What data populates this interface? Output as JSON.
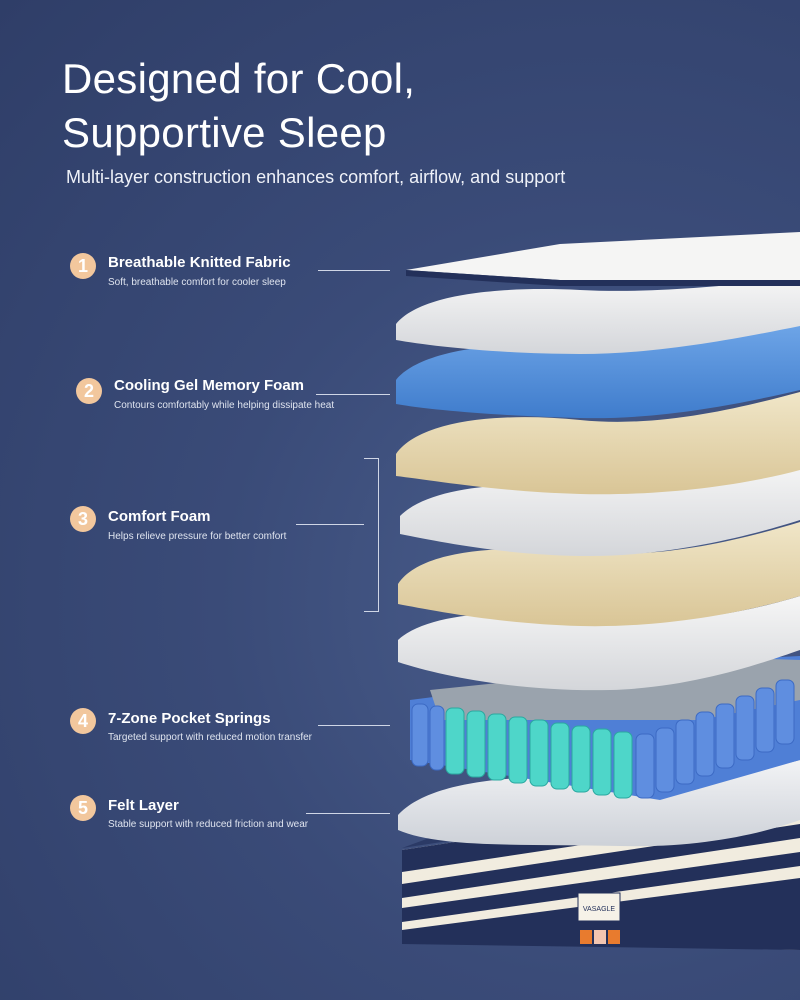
{
  "header": {
    "title_line1": "Designed for Cool,",
    "title_line2": "Supportive Sleep",
    "subtitle": "Multi-layer construction enhances comfort, airflow, and support"
  },
  "features": [
    {
      "number": "1",
      "name": "Breathable Knitted Fabric",
      "desc": "Soft, breathable comfort for cooler sleep"
    },
    {
      "number": "2",
      "name": "Cooling Gel Memory Foam",
      "desc": "Contours comfortably while helping dissipate heat"
    },
    {
      "number": "3",
      "name": "Comfort Foam",
      "desc": "Helps relieve pressure for better comfort"
    },
    {
      "number": "4",
      "name": "7-Zone Pocket Springs",
      "desc": "Targeted support with reduced motion transfer"
    },
    {
      "number": "5",
      "name": "Felt Layer",
      "desc": "Stable support with reduced friction and wear"
    }
  ],
  "brand_label": "VASAGLE",
  "colors": {
    "background": "#3a4b78",
    "badge": "#f2c79d",
    "gel_foam": "#4f8ed8",
    "comfort_foam": "#e7d8b2",
    "springs_teal": "#47d2c6",
    "springs_blue": "#4f7fd6",
    "mattress_navy": "#1f2c55"
  }
}
